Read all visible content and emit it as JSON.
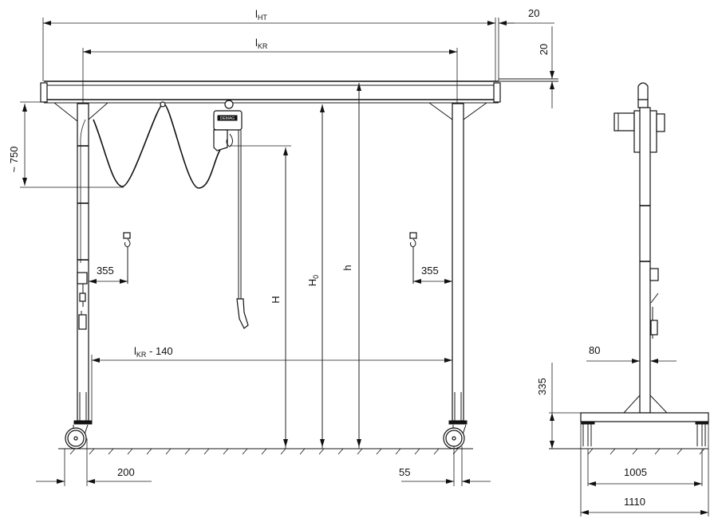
{
  "drawing": {
    "subject": "Mobile gantry crane with chain hoist",
    "views": [
      "front-view",
      "side-view"
    ]
  },
  "dimensions": {
    "l_ht": {
      "main": "l",
      "sub": "HT"
    },
    "l_kr": {
      "main": "l",
      "sub": "KR"
    },
    "l_kr_minus": {
      "main": "l",
      "sub": "KR",
      "suffix": " - 140"
    },
    "top_overhang": "20",
    "beam_height": "20",
    "cable_sag": "~ 750",
    "hook_left_offset": "355",
    "hook_right_offset": "355",
    "hook_height": "H",
    "beam_height_total": {
      "main": "H",
      "sub": "0"
    },
    "clear_height": "h",
    "left_foot_offset": "200",
    "right_foot_offset": "55",
    "post_width": "80",
    "base_height": "335",
    "base_inner_width": "1005",
    "base_outer_width": "1110"
  },
  "hoist_label": "DEMAG"
}
